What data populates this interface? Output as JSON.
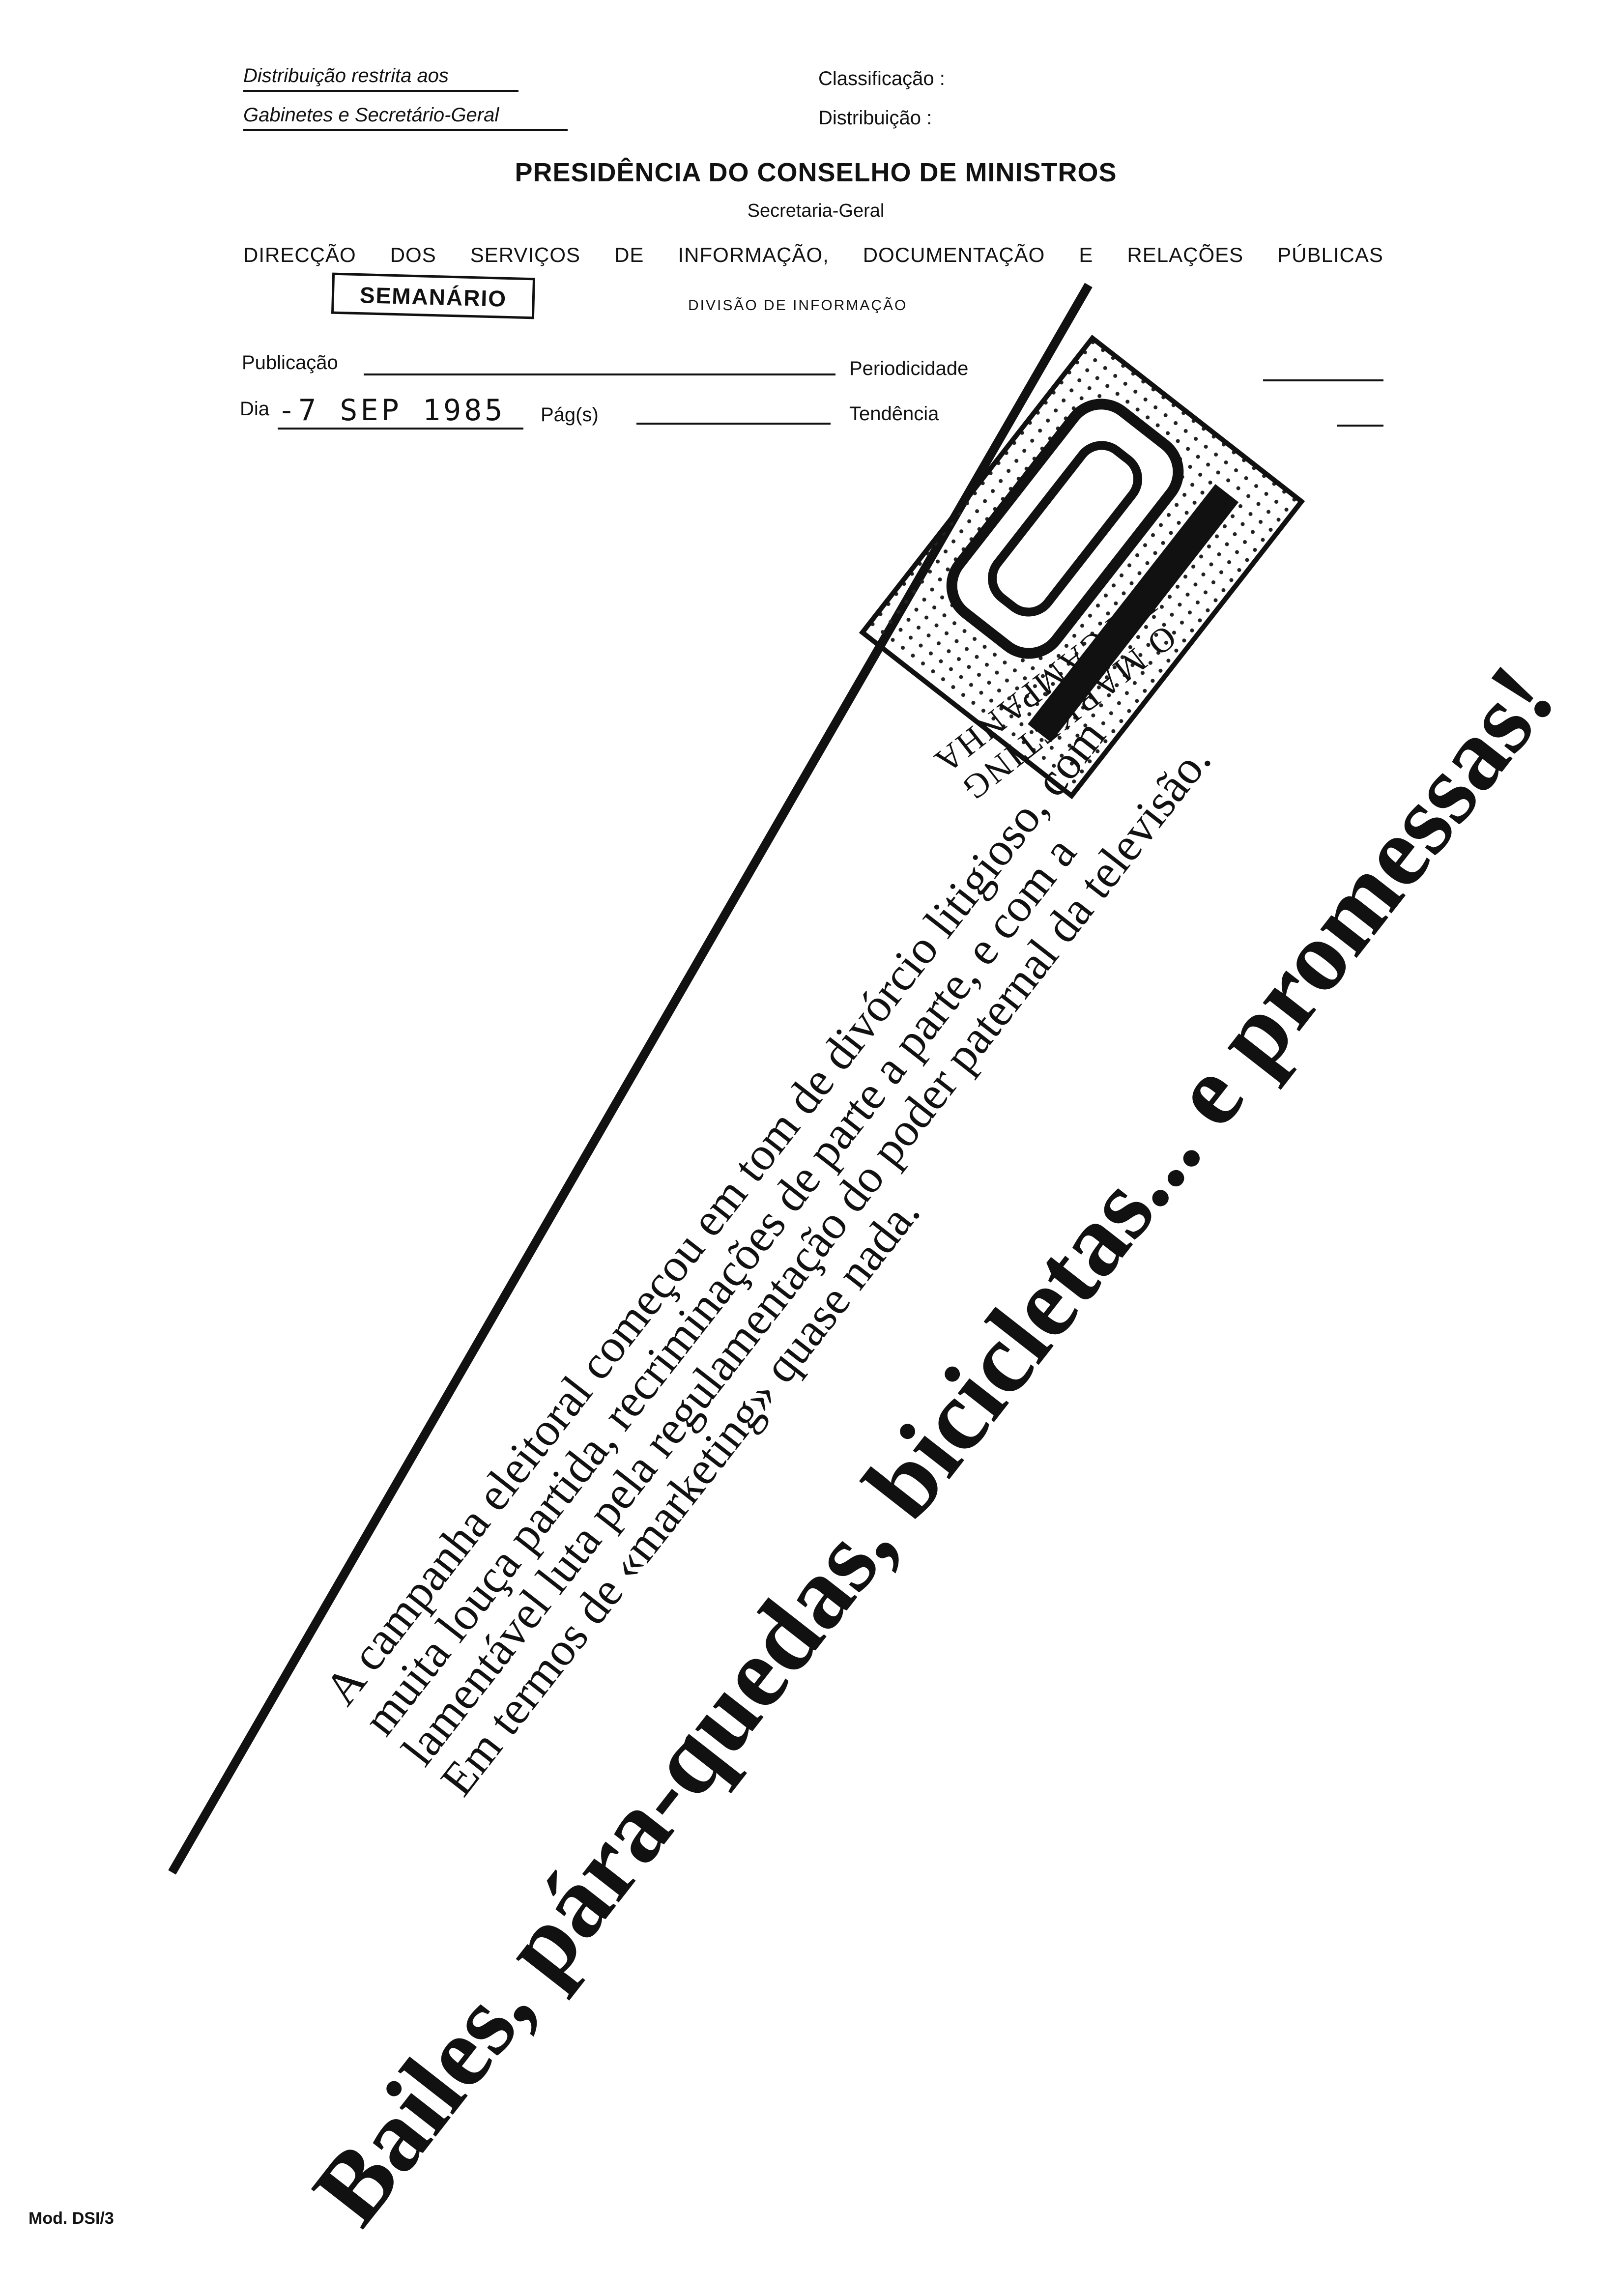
{
  "header": {
    "distribution_line1": "Distribuição restrita aos",
    "distribution_line2": "Gabinetes e Secretário-Geral",
    "classification_label": "Classificação :",
    "distribution_label": "Distribuição :",
    "presidency": "PRESIDÊNCIA DO CONSELHO DE MINISTROS",
    "secretariat": "Secretaria-Geral",
    "directorate_words": [
      "DIRECÇÃO",
      "DOS",
      "SERVIÇOS",
      "DE",
      "INFORMAÇÃO,",
      "DOCUMENTAÇÃO",
      "E",
      "RELAÇÕES",
      "PÚBLICAS"
    ],
    "stamp": "SEMANÁRIO",
    "division": "DIVISÃO DE INFORMAÇÃO"
  },
  "form": {
    "publication_label": "Publicação",
    "periodicity_label": "Periodicidade",
    "day_label": "Dia",
    "day_value": "-7 SEP 1985",
    "pages_label": "Pág(s)",
    "tendency_label": "Tendência"
  },
  "clipping": {
    "logo_line1": "O MARKETING",
    "logo_line2": "DA CAMPANHA",
    "article_lines": [
      "A campanha eleitoral começou em tom de divórcio litigioso, com",
      "muita louça partida, recriminações de parte a parte, e com a",
      "lamentável luta pela regulamentação do poder paternal da televisão.",
      "Em termos de «marketing» quase nada."
    ],
    "headline": "Bailes, pára-quedas, bicicletas... e promessas!"
  },
  "footer": {
    "form_code": "Mod. DSI/3"
  }
}
